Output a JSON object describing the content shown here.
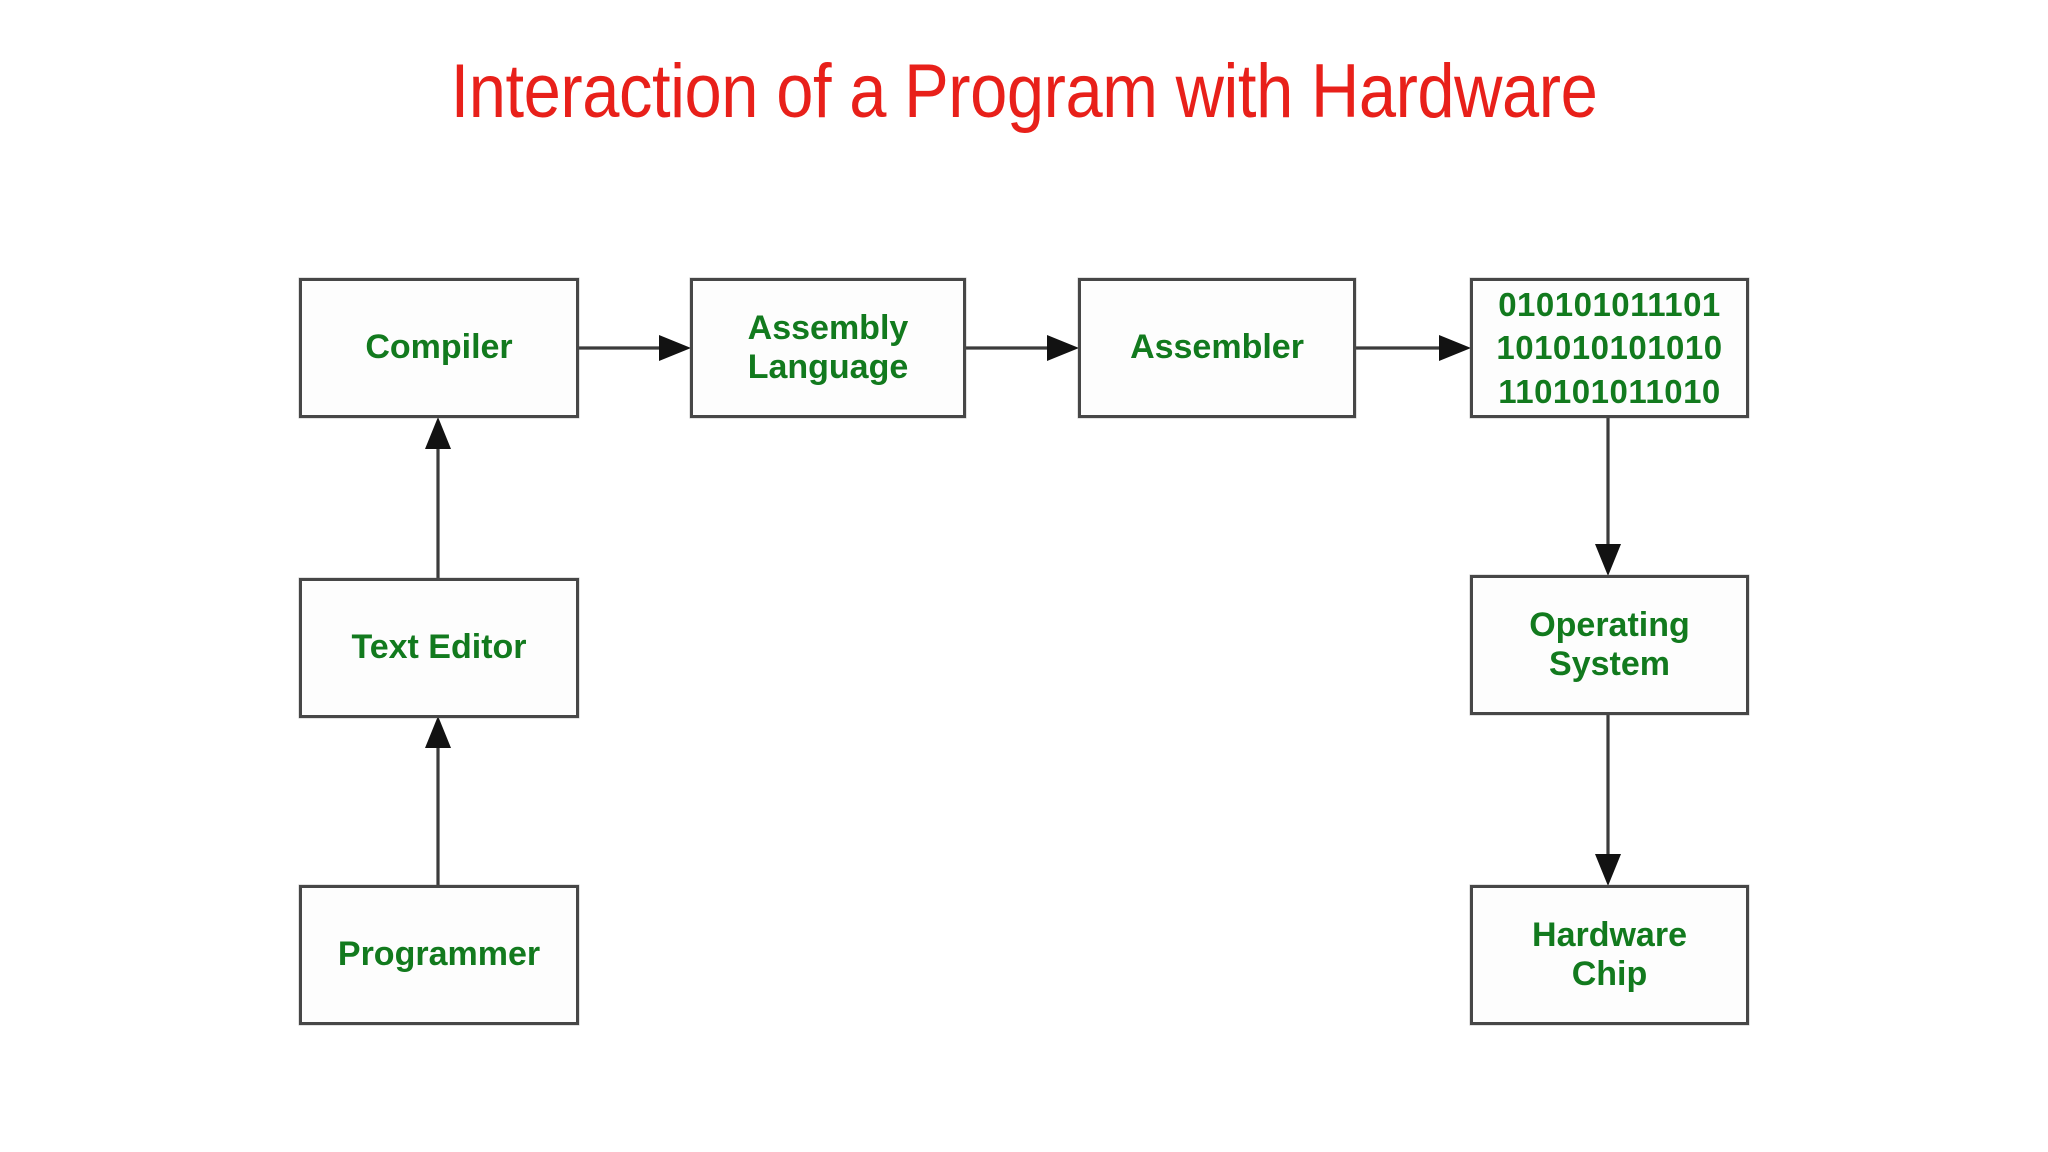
{
  "title": "Interaction of a Program with Hardware",
  "colors": {
    "title": "#e8201a",
    "node_text": "#127a1e",
    "node_border": "#474747",
    "node_fill": "#fdfdfd",
    "connector": "#3b3b3b",
    "background": "#ffffff"
  },
  "diagram": {
    "nodes": {
      "compiler": {
        "label": "Compiler"
      },
      "assembly_language": {
        "label": "Assembly\nLanguage"
      },
      "assembler": {
        "label": "Assembler"
      },
      "machine_code": {
        "label": "010101011101\n101010101010\n110101011010"
      },
      "text_editor": {
        "label": "Text Editor"
      },
      "programmer": {
        "label": "Programmer"
      },
      "operating_system": {
        "label": "Operating\nSystem"
      },
      "hardware_chip": {
        "label": "Hardware\nChip"
      }
    },
    "edges": [
      {
        "from": "programmer",
        "to": "text_editor",
        "direction": "up"
      },
      {
        "from": "text_editor",
        "to": "compiler",
        "direction": "up"
      },
      {
        "from": "compiler",
        "to": "assembly_language",
        "direction": "right"
      },
      {
        "from": "assembly_language",
        "to": "assembler",
        "direction": "right"
      },
      {
        "from": "assembler",
        "to": "machine_code",
        "direction": "right"
      },
      {
        "from": "machine_code",
        "to": "operating_system",
        "direction": "down"
      },
      {
        "from": "operating_system",
        "to": "hardware_chip",
        "direction": "down"
      }
    ]
  }
}
